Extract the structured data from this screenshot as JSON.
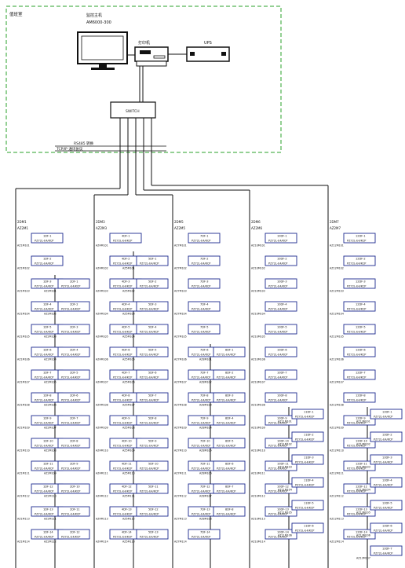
{
  "header": {
    "room_label": "值班室",
    "host_label": "监控主机",
    "host_model": "AM6000-300",
    "printer_label": "打印机",
    "ups_label": "UPS",
    "switch_label": "SWITCH",
    "net_label_1": "RS485 转换",
    "net_label_2": "TCP/IP 通讯协议"
  },
  "device": {
    "model": "PZ72L-E4/KCP"
  },
  "columns": [
    {
      "floor": "2DM1",
      "trunk": "AZ2M1",
      "cells": [
        "1DF-1",
        "1DF-2",
        "1DF-3",
        "1DF-4",
        "1DF-5",
        "1DF-6",
        "1DF-7",
        "1DF-8",
        "1DF-9",
        "1DF-10",
        "1DF-11",
        "1DF-12",
        "1DF-13",
        "1DF-14"
      ],
      "addrs": [
        "AZ1M101",
        "AZ1M102",
        "AZ1M103",
        "AZ1M104",
        "AZ1M105",
        "AZ1M106",
        "AZ1M107",
        "AZ1M108",
        "AZ1M109",
        "AZ1M110",
        "AZ1M111",
        "AZ1M112",
        "AZ1M113",
        "AZ1M114"
      ]
    },
    {
      "floor": "2DM3",
      "trunk": "AZ2M3",
      "cells": [
        "4DF-1",
        "4DF-2",
        "4DF-3",
        "4DF-4",
        "4DF-5",
        "4DF-6",
        "4DF-7",
        "4DF-8",
        "4DF-9",
        "4DF-10",
        "4DF-11",
        "4DF-12",
        "4DF-13",
        "4DF-14"
      ],
      "addrs": [
        "AZ4M101",
        "AZ4M102",
        "AZ4M103",
        "AZ4M104",
        "AZ4M105",
        "AZ4M106",
        "AZ4M107",
        "AZ4M108",
        "AZ4M109",
        "AZ4M110",
        "AZ4M111",
        "AZ4M112",
        "AZ4M113",
        "AZ4M114"
      ]
    },
    {
      "floor": "2DM5",
      "trunk": "AZ2M5",
      "cells": [
        "7DF-1",
        "7DF-2",
        "7DF-3",
        "7DF-4",
        "7DF-5",
        "7DF-6",
        "7DF-7",
        "7DF-8",
        "7DF-9",
        "7DF-10",
        "7DF-11",
        "7DF-12",
        "7DF-13",
        "7DF-14"
      ],
      "addrs": [
        "AZ7M101",
        "AZ7M102",
        "AZ7M103",
        "AZ7M104",
        "AZ7M105",
        "AZ7M106",
        "AZ7M107",
        "AZ7M108",
        "AZ7M109",
        "AZ7M110",
        "AZ7M111",
        "AZ7M112",
        "AZ7M113",
        "AZ7M114"
      ]
    },
    {
      "floor": "2DM6",
      "trunk": "AZ2M6",
      "cells": [
        "10DF-1",
        "10DF-2",
        "10DF-3",
        "10DF-4",
        "10DF-5",
        "10DF-6",
        "10DF-7",
        "10DF-8",
        "10DF-9",
        "10DF-10",
        "10DF-11",
        "10DF-12",
        "10DF-13",
        "10DF-14"
      ],
      "addrs": [
        "AZ10M101",
        "AZ10M102",
        "AZ10M103",
        "AZ10M104",
        "AZ10M105",
        "AZ10M106",
        "AZ10M107",
        "AZ10M108",
        "AZ10M109",
        "AZ10M110",
        "AZ10M111",
        "AZ10M112",
        "AZ10M113",
        "AZ10M114"
      ]
    },
    {
      "floor": "2DM7",
      "trunk": "AZ2M7",
      "cells": [
        "12DF-1",
        "12DF-2",
        "12DF-3",
        "12DF-4",
        "12DF-5",
        "12DF-6",
        "12DF-7",
        "12DF-8",
        "12DF-9",
        "12DF-10",
        "12DF-11",
        "12DF-12",
        "12DF-13",
        "12DF-14"
      ],
      "addrs": [
        "AZ12M101",
        "AZ12M102",
        "AZ12M103",
        "AZ12M104",
        "AZ12M105",
        "AZ12M106",
        "AZ12M107",
        "AZ12M108",
        "AZ12M109",
        "AZ12M110",
        "AZ12M111",
        "AZ12M112",
        "AZ12M113",
        "AZ12M114"
      ]
    }
  ],
  "sub_columns": [
    {
      "cells": [
        "2DF-1",
        "2DF-2",
        "2DF-3",
        "2DF-4",
        "2DF-5",
        "2DF-6",
        "2DF-7",
        "2DF-8",
        "2DF-9",
        "2DF-10",
        "2DF-11",
        "2DF-12"
      ],
      "addrs": [
        "AZ2M101",
        "AZ2M102",
        "AZ2M103",
        "AZ2M104",
        "AZ2M105",
        "AZ2M106",
        "AZ2M107",
        "AZ2M108",
        "AZ2M109",
        "AZ2M110",
        "AZ2M111",
        "AZ2M112"
      ]
    },
    {
      "cells": [
        "5DF-1",
        "5DF-2",
        "5DF-3",
        "5DF-4",
        "5DF-5",
        "5DF-6",
        "5DF-7",
        "5DF-8",
        "5DF-9",
        "5DF-10",
        "5DF-11",
        "5DF-12",
        "5DF-13"
      ],
      "addrs": [
        "AZ5M101",
        "AZ5M102",
        "AZ5M103",
        "AZ5M104",
        "AZ5M105",
        "AZ5M106",
        "AZ5M107",
        "AZ5M108",
        "AZ5M109",
        "AZ5M110",
        "AZ5M111",
        "AZ5M112",
        "AZ5M113"
      ]
    },
    {
      "cells": [
        "8DF-1",
        "8DF-2",
        "8DF-3",
        "8DF-4",
        "8DF-5",
        "8DF-6",
        "8DF-7",
        "8DF-8"
      ],
      "addrs": [
        "AZ8M101",
        "AZ8M102",
        "AZ8M103",
        "AZ8M104",
        "AZ8M105",
        "AZ8M106",
        "AZ8M107",
        "AZ8M108"
      ]
    },
    {
      "cells": [
        "11DF-1",
        "11DF-2",
        "11DF-3",
        "11DF-4",
        "11DF-5",
        "11DF-6"
      ],
      "addrs": [
        "AZ11M101",
        "AZ11M102",
        "AZ11M103",
        "AZ11M104",
        "AZ11M105",
        "AZ11M106"
      ]
    },
    {
      "cells": [
        "13DF-1",
        "13DF-2",
        "13DF-3",
        "13DF-4",
        "13DF-5",
        "13DF-6",
        "13DF-7"
      ],
      "addrs": [
        "AZ13M101",
        "AZ13M102",
        "AZ13M103",
        "AZ13M104",
        "AZ13M105",
        "AZ13M106",
        "AZ13M107"
      ]
    }
  ],
  "colors": {
    "box_border": "#1b2a8f",
    "line": "#111111",
    "dashed_frame": "#2aa12a"
  }
}
